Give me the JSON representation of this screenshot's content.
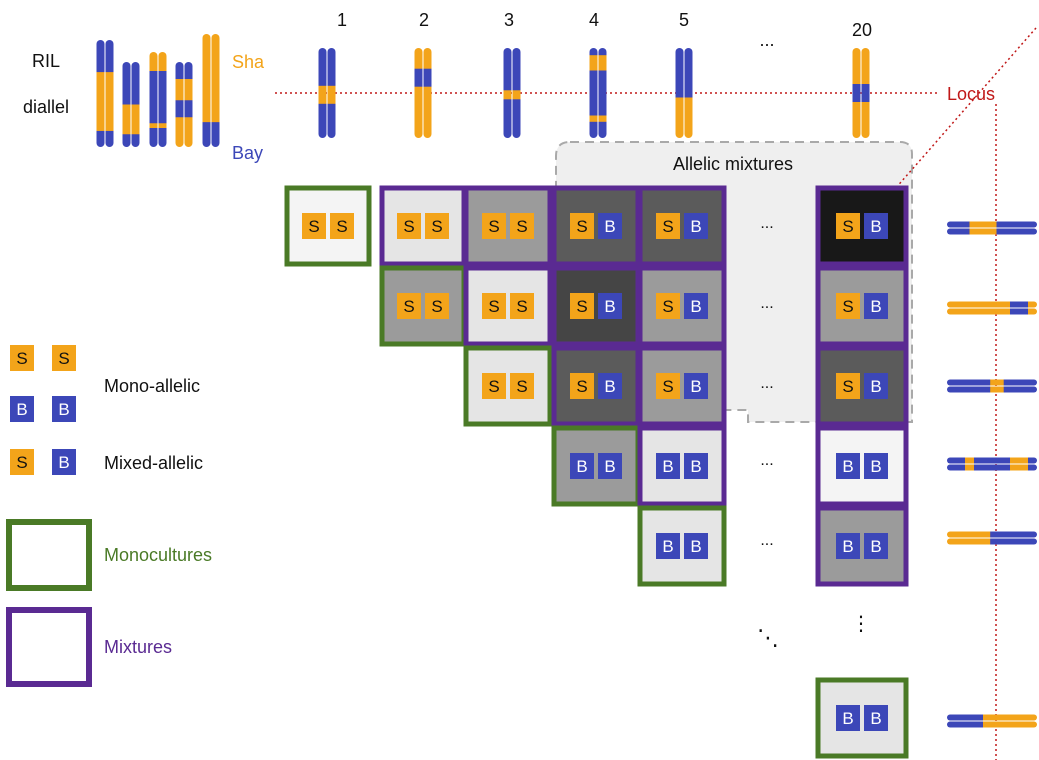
{
  "colors": {
    "sha": "#f3a41a",
    "bay": "#3c47b8",
    "monoculture_border": "#4a7a26",
    "mixture_border": "#5a2a92",
    "locus": "#c01818",
    "shade_light": "#e5e5e5",
    "shade_mid": "#9b9b9b",
    "shade_dark": "#5b5b5b",
    "shade_darker": "#454545",
    "shade_black": "#181818",
    "shade_white": "#f4f4f4"
  },
  "header": {
    "ril_label_line1": "RIL",
    "ril_label_line2": "diallel",
    "sha_label": "Sha",
    "bay_label": "Bay",
    "locus_label": "Locus",
    "line_numbers": [
      "1",
      "2",
      "3",
      "4",
      "5",
      "20"
    ],
    "ellipsis": "..."
  },
  "allelic_mixtures_label": "Allelic mixtures",
  "legend": {
    "ss": [
      "S",
      "S"
    ],
    "bb": [
      "B",
      "B"
    ],
    "sb": [
      "S",
      "B"
    ],
    "mono_allelic": "Mono-allelic",
    "mixed_allelic": "Mixed-allelic",
    "monocultures": "Monocultures",
    "mixtures": "Mixtures"
  },
  "matrix": {
    "row_ellipsis": "...",
    "col_ellipsis": "⋮",
    "diag_ellipsis": "⋱",
    "cells": [
      {
        "row": 1,
        "col": 1,
        "alleles": [
          "S",
          "S"
        ],
        "shade": "white",
        "kind": "mono"
      },
      {
        "row": 1,
        "col": 2,
        "alleles": [
          "S",
          "S"
        ],
        "shade": "light",
        "kind": "mix"
      },
      {
        "row": 1,
        "col": 3,
        "alleles": [
          "S",
          "S"
        ],
        "shade": "mid",
        "kind": "mix"
      },
      {
        "row": 1,
        "col": 4,
        "alleles": [
          "S",
          "B"
        ],
        "shade": "dark",
        "kind": "mix"
      },
      {
        "row": 1,
        "col": 5,
        "alleles": [
          "S",
          "B"
        ],
        "shade": "dark",
        "kind": "mix"
      },
      {
        "row": 1,
        "col": 20,
        "alleles": [
          "S",
          "B"
        ],
        "shade": "black",
        "kind": "mix"
      },
      {
        "row": 2,
        "col": 2,
        "alleles": [
          "S",
          "S"
        ],
        "shade": "mid",
        "kind": "mono"
      },
      {
        "row": 2,
        "col": 3,
        "alleles": [
          "S",
          "S"
        ],
        "shade": "light",
        "kind": "mix"
      },
      {
        "row": 2,
        "col": 4,
        "alleles": [
          "S",
          "B"
        ],
        "shade": "darker",
        "kind": "mix"
      },
      {
        "row": 2,
        "col": 5,
        "alleles": [
          "S",
          "B"
        ],
        "shade": "mid",
        "kind": "mix"
      },
      {
        "row": 2,
        "col": 20,
        "alleles": [
          "S",
          "B"
        ],
        "shade": "mid",
        "kind": "mix"
      },
      {
        "row": 3,
        "col": 3,
        "alleles": [
          "S",
          "S"
        ],
        "shade": "light",
        "kind": "mono"
      },
      {
        "row": 3,
        "col": 4,
        "alleles": [
          "S",
          "B"
        ],
        "shade": "dark",
        "kind": "mix"
      },
      {
        "row": 3,
        "col": 5,
        "alleles": [
          "S",
          "B"
        ],
        "shade": "mid",
        "kind": "mix"
      },
      {
        "row": 3,
        "col": 20,
        "alleles": [
          "S",
          "B"
        ],
        "shade": "dark",
        "kind": "mix"
      },
      {
        "row": 4,
        "col": 4,
        "alleles": [
          "B",
          "B"
        ],
        "shade": "mid",
        "kind": "mono"
      },
      {
        "row": 4,
        "col": 5,
        "alleles": [
          "B",
          "B"
        ],
        "shade": "light",
        "kind": "mix"
      },
      {
        "row": 4,
        "col": 20,
        "alleles": [
          "B",
          "B"
        ],
        "shade": "white",
        "kind": "mix"
      },
      {
        "row": 5,
        "col": 5,
        "alleles": [
          "B",
          "B"
        ],
        "shade": "light",
        "kind": "mono"
      },
      {
        "row": 5,
        "col": 20,
        "alleles": [
          "B",
          "B"
        ],
        "shade": "mid",
        "kind": "mix"
      },
      {
        "row": 20,
        "col": 20,
        "alleles": [
          "B",
          "B"
        ],
        "shade": "light",
        "kind": "mono"
      }
    ]
  }
}
